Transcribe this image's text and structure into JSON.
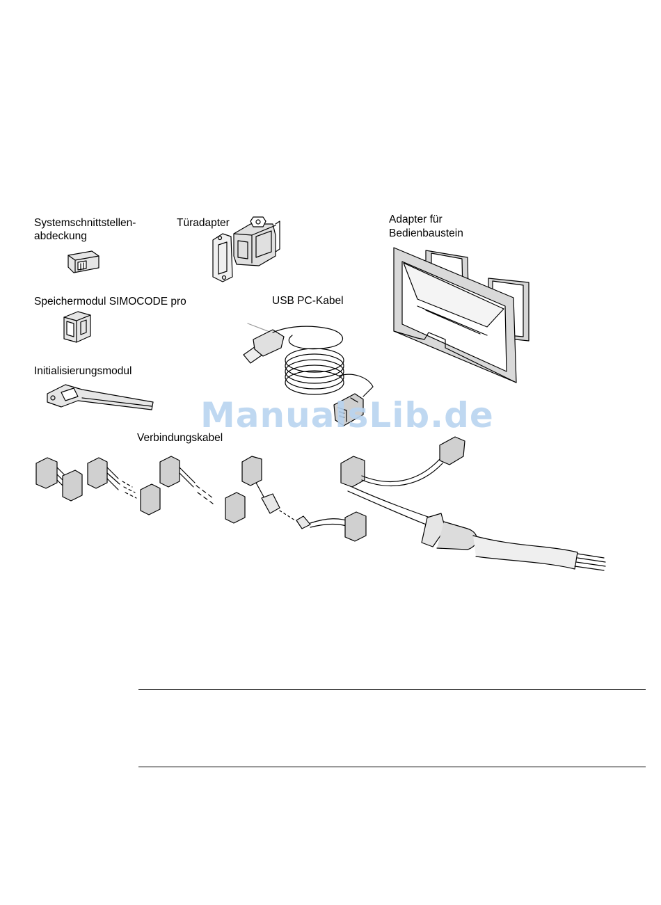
{
  "labels": {
    "systemschnittstellen_line1": "Systemschnittstellen-",
    "systemschnittstellen_line2": "abdeckung",
    "tueradapter": "Türadapter",
    "adapter_line1": "Adapter für",
    "adapter_line2": "Bedienbaustein",
    "speichermodul": "Speichermodul SIMOCODE pro",
    "usb_kabel": "USB PC-Kabel",
    "initialisierungsmodul": "Initialisierungsmodul",
    "verbindungskabel": "Verbindungskabel"
  },
  "watermark": "ManualsLib.de",
  "colors": {
    "line": "#000000",
    "component_fill": "#d9d9d9",
    "watermark": "#b9d4f0"
  }
}
